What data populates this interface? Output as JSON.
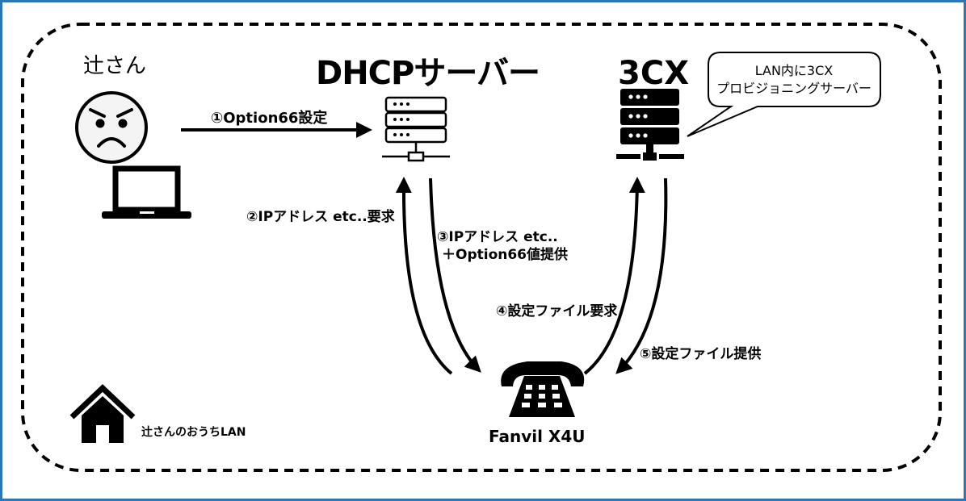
{
  "person": {
    "name": "辻さん"
  },
  "dhcp": {
    "title": "DHCPサーバー"
  },
  "cx": {
    "title": "3CX"
  },
  "callout": {
    "line1": "LAN内に3CX",
    "line2": "プロビジョニングサーバー"
  },
  "steps": {
    "s1": "①Option66設定",
    "s2": "②IPアドレス etc..要求",
    "s3_line1": "③IPアドレス etc..",
    "s3_line2": "＋Option66値提供",
    "s4": "④設定ファイル要求",
    "s5": "⑤設定ファイル提供"
  },
  "phone": {
    "name": "Fanvil X4U"
  },
  "home": {
    "label": "辻さんのおうちLAN"
  },
  "colors": {
    "frame": "#2e75b6",
    "ink": "#000000",
    "face": "#f4f4f4"
  },
  "icons": [
    "angry-face-icon",
    "laptop-icon",
    "server-icon",
    "server-icon",
    "phone-icon",
    "house-icon"
  ]
}
